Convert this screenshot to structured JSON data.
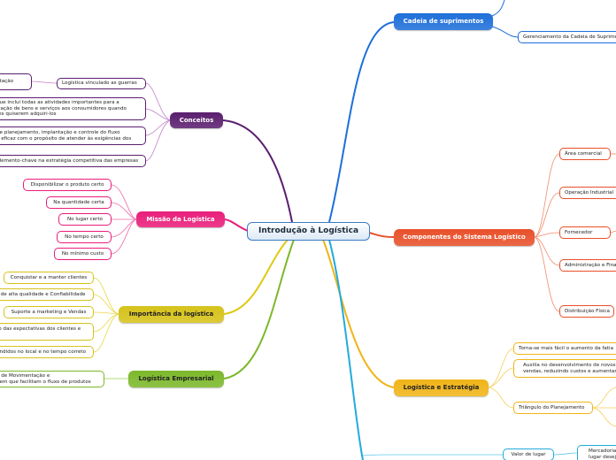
{
  "center": {
    "label": "Introdução à Logística"
  },
  "branches": {
    "cadeia": {
      "label": "Cadeia de suprimentos",
      "color": "#1e6fd9"
    },
    "conceitos": {
      "label": "Conceitos",
      "color": "#5a1e6e"
    },
    "missao": {
      "label": "Missão da Logística",
      "color": "#e91e7a"
    },
    "componentes": {
      "label": "Componentes do Sistema Logístico",
      "color": "#e8502a"
    },
    "importancia": {
      "label": "Importância da logística",
      "color": "#d6c21a"
    },
    "empresarial": {
      "label": "Logística Empresarial",
      "color": "#7cb82a"
    },
    "estrategia": {
      "label": "Logística e Estratégia",
      "color": "#f0b417"
    }
  },
  "cadeia_items": [
    "Gerenciamento da Cadeia de Suprimentos"
  ],
  "conceitos_items": [
    {
      "label": "Logística vinculado as guerras",
      "children": [
        "ntação"
      ]
    },
    {
      "label": "que inclui todas as atividades importantes para a\nização de bens e serviços aos consumidores quando\ntes quiserem adquiri-los"
    },
    {
      "label": "de planejamento, implantação e controle do fluxo\ne eficaz com o propósito de atender às exigências dos"
    },
    {
      "label": "Elemento-chave na estratégia competitiva das empresas"
    }
  ],
  "missao_items": [
    "Disponibilizar o produto certo",
    "Na quantidade certa",
    "No lugar certo",
    "No tempo certo",
    "No mínimo custo"
  ],
  "componentes_items": [
    "Área comercial",
    "Operação Industrial",
    "Fornecedor",
    "Administração e Fina",
    "Distribuição Física"
  ],
  "importancia_items": [
    "Conquistar e a manter clientes",
    "s de alta qualidade e Confiabilidade",
    "Suporte a marketing e Vendas",
    "to das expectativas dos clientes e",
    "endidos no local e no tempo correto"
  ],
  "empresarial_items": [
    "o de Movimentação e\ngem que facilitam o fluxo de produtos"
  ],
  "estrategia_items": [
    "Torna-se mais fácil o aumento da fatia",
    "Auxilia no desenvolvimento de novos\nvendas, reduzindo custos e aumentan",
    "Triângulo do Planejamento"
  ],
  "bottom_items": [
    {
      "label": "Valor de lugar",
      "children": [
        "Mercadoria\nlugar desej"
      ]
    }
  ]
}
